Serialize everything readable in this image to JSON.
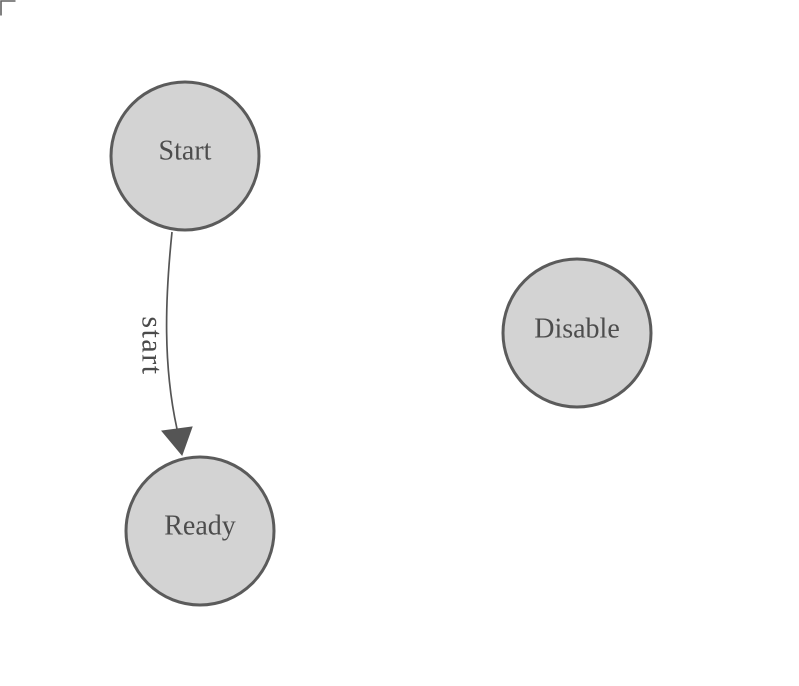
{
  "canvas": {
    "kind": "state-machine-diagram",
    "background_color": "#ffffff",
    "corner_mark": "top-left L bracket"
  },
  "colors": {
    "node_fill": "#d3d3d3",
    "node_stroke": "#5b5b5b",
    "node_text": "#4d4d4d",
    "edge_stroke": "#555555",
    "arrow_fill": "#555555",
    "edge_label_text": "#4a4a4a",
    "corner_mark": "#606060",
    "canvas_bg": "#ffffff"
  },
  "nodes": [
    {
      "label": "Start"
    },
    {
      "label": "Ready"
    },
    {
      "label": "Disable"
    }
  ],
  "edges": [
    {
      "from": "Start",
      "to": "Ready",
      "label": "start",
      "label_rotation_deg": 90
    }
  ]
}
